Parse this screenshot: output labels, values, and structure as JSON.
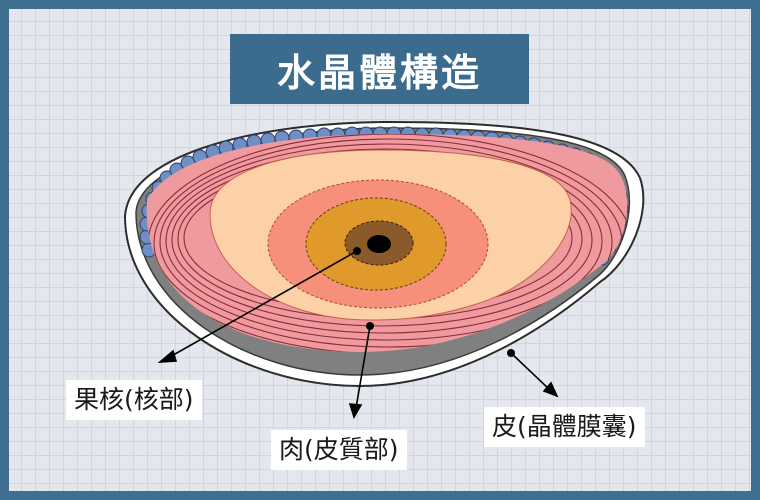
{
  "title": "水晶體構造",
  "labels": {
    "core": "果核(核部)",
    "cortex": "肉(皮質部)",
    "capsule": "皮(晶體膜囊)"
  },
  "colors": {
    "background_border": "#3f6f91",
    "title_bg": "#3c6c8d",
    "capsule": "#808080",
    "epithelium": "#6f8fc4",
    "cortex_fibers": "#ee9a9e",
    "outer_flesh": "#fdd1a8",
    "mid_zone": "#f6907a",
    "inner_zone": "#e09a2c",
    "nucleus": "#8a5a2a",
    "center": "#000000"
  }
}
